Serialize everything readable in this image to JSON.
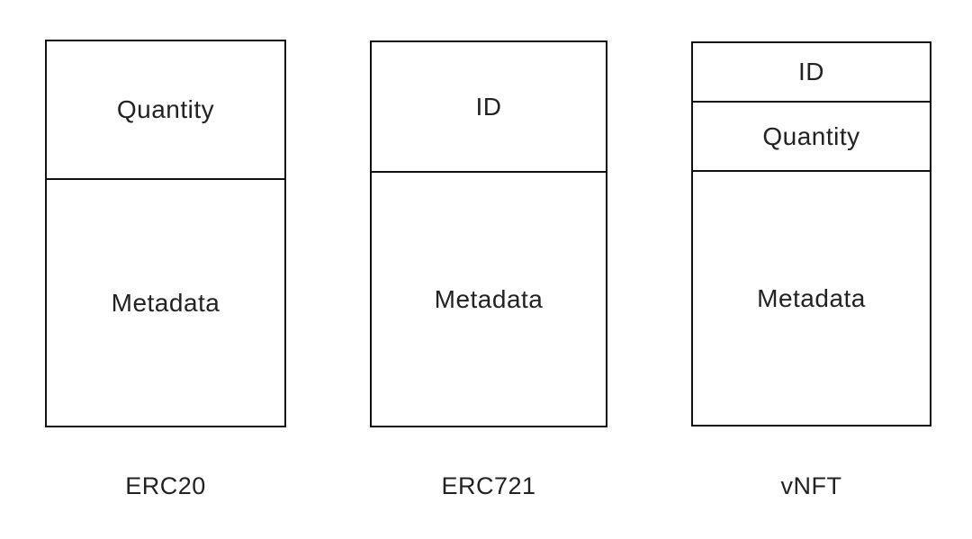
{
  "diagram": {
    "description": "Comparison of token data structures",
    "colors": {
      "background": "#ffffff",
      "border": "#111111",
      "text": "#222222"
    },
    "columns": [
      {
        "label": "ERC20",
        "sections": [
          {
            "text": "Quantity"
          },
          {
            "text": "Metadata"
          }
        ]
      },
      {
        "label": "ERC721",
        "sections": [
          {
            "text": "ID"
          },
          {
            "text": "Metadata"
          }
        ]
      },
      {
        "label": "vNFT",
        "sections": [
          {
            "text": "ID"
          },
          {
            "text": "Quantity"
          },
          {
            "text": "Metadata"
          }
        ]
      }
    ]
  }
}
